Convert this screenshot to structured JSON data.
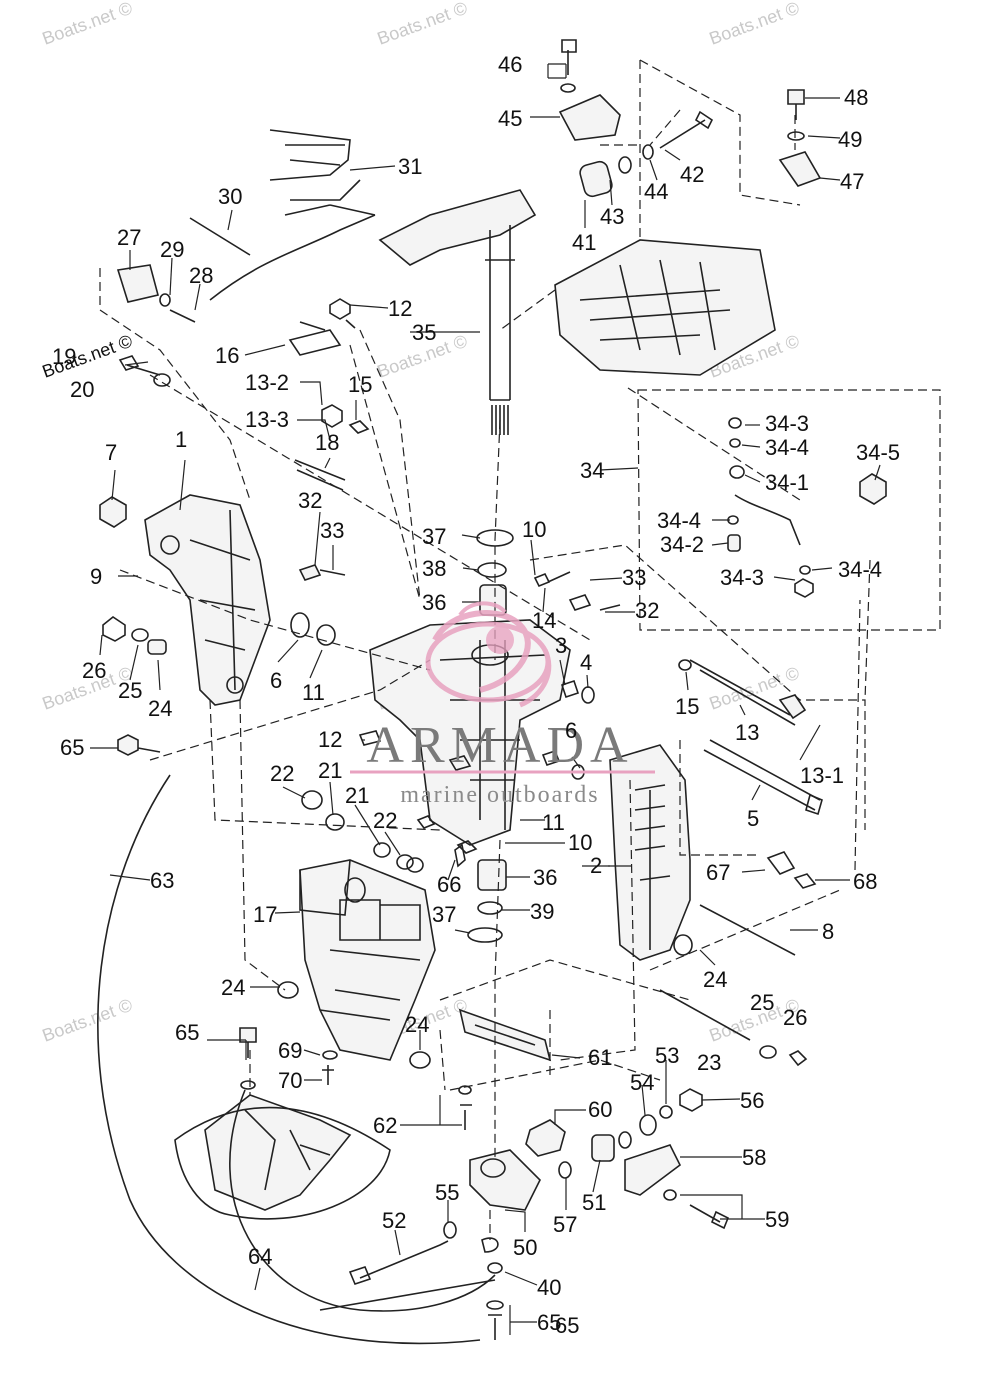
{
  "watermark": {
    "text": "Boats.net ©"
  },
  "logo": {
    "name": "ARMADA",
    "tagline": "marine outboards",
    "accent_color": "#e8a2c0",
    "text_color": "#7a7a7a"
  },
  "callouts": [
    "1",
    "2",
    "3",
    "4",
    "5",
    "6",
    "6",
    "7",
    "8",
    "9",
    "10",
    "10",
    "11",
    "11",
    "12",
    "12",
    "13",
    "13-1",
    "13-2",
    "13-3",
    "14",
    "15",
    "15",
    "16",
    "17",
    "18",
    "19",
    "20",
    "21",
    "21",
    "22",
    "22",
    "23",
    "24",
    "24",
    "24",
    "24",
    "25",
    "25",
    "26",
    "26",
    "27",
    "28",
    "29",
    "30",
    "31",
    "32",
    "32",
    "33",
    "33",
    "34",
    "34-1",
    "34-2",
    "34-3",
    "34-3",
    "34-4",
    "34-4",
    "34-4",
    "34-5",
    "35",
    "36",
    "36",
    "37",
    "37",
    "38",
    "39",
    "40",
    "41",
    "42",
    "43",
    "44",
    "45",
    "46",
    "47",
    "48",
    "49",
    "50",
    "51",
    "52",
    "53",
    "54",
    "55",
    "56",
    "57",
    "58",
    "59",
    "60",
    "61",
    "62",
    "63",
    "64",
    "65",
    "65",
    "65",
    "65",
    "66",
    "67",
    "68",
    "69",
    "70"
  ]
}
